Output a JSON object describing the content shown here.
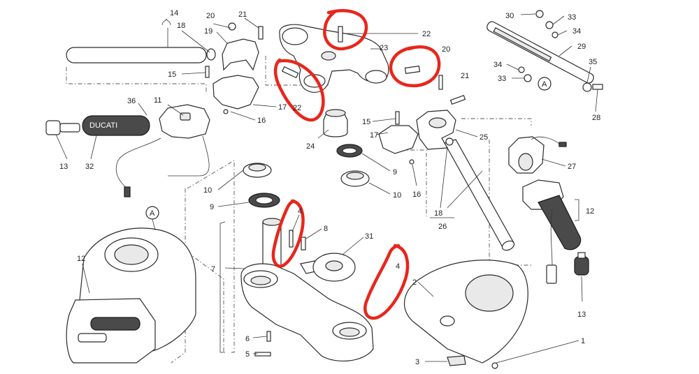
{
  "callouts": {
    "c14": "14",
    "c18a": "18",
    "c20a": "20",
    "c21a": "21",
    "c19": "19",
    "c22a": "22",
    "c23": "23",
    "c20b": "20",
    "c22b": "22",
    "c30": "30",
    "c33a": "33",
    "c34a": "34",
    "c29": "29",
    "c34b": "34",
    "c33b": "33",
    "c35": "35",
    "c28": "28",
    "c15a": "15",
    "c17a": "17",
    "c11": "11",
    "c36": "36",
    "c16a": "16",
    "c21b": "21",
    "c13a": "13",
    "c32": "32",
    "c24": "24",
    "c15b": "15",
    "c17b": "17",
    "c25": "25",
    "c9a": "9",
    "c16b": "16",
    "c10a": "10",
    "c27": "27",
    "c10b": "10",
    "c9b": "9",
    "c4a": "4",
    "c8": "8",
    "c31": "31",
    "c12a": "12",
    "c7": "7",
    "c12b": "12",
    "c4b": "4",
    "c2": "2",
    "c18b": "18",
    "c26": "26",
    "c13b": "13",
    "c6": "6",
    "c5": "5",
    "c3": "3",
    "c1": "1",
    "refA1": "A",
    "refA2": "A"
  },
  "grip_brand": "DUCATI",
  "colors": {
    "highlight": "#e8261c",
    "line": "#2a2a2a",
    "background": "#ffffff"
  }
}
